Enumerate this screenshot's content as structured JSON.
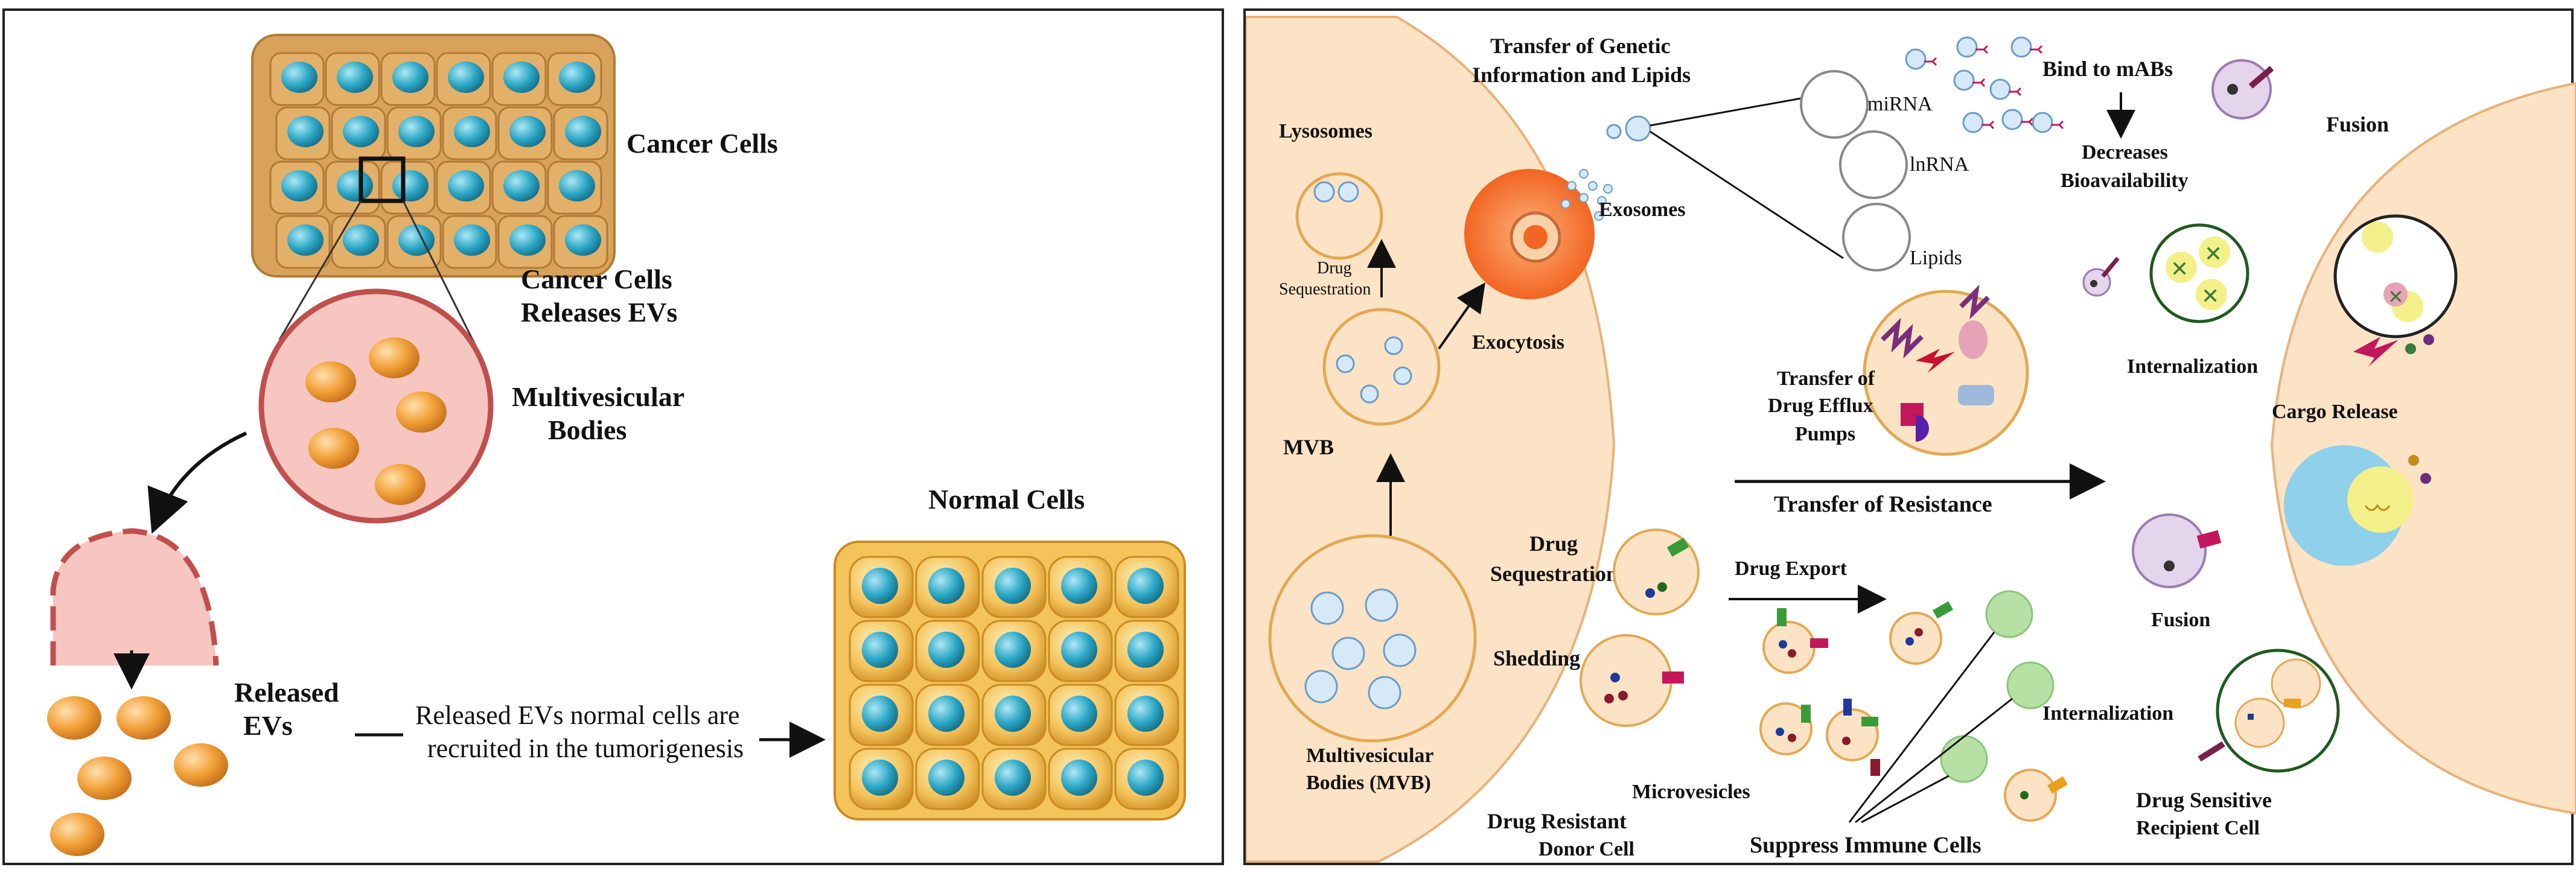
{
  "panel_left": {
    "cancer_cells": "Cancer Cells",
    "releases_l1": "Cancer Cells",
    "releases_l2": "Releases EVs",
    "mvb_l1": "Multivesicular",
    "mvb_l2": "Bodies",
    "released_l1": "Released",
    "released_l2": "EVs",
    "recruit_l1": "Released EVs normal cells are",
    "recruit_l2": "recruited in the tumorigenesis",
    "normal_cells": "Normal Cells"
  },
  "panel_right": {
    "transfer_genetic_l1": "Transfer of Genetic",
    "transfer_genetic_l2": "Information and Lipids",
    "mirna": "miRNA",
    "lnrna": "lnRNA",
    "lipids": "Lipids",
    "bind_mabs": "Bind to mABs",
    "decreases_l1": "Decreases",
    "decreases_l2": "Bioavailability",
    "fusion_top": "Fusion",
    "lysosomes": "Lysosomes",
    "drug_seq_small_l1": "Drug",
    "drug_seq_small_l2": "Sequestration",
    "exosomes": "Exosomes",
    "exocytosis": "Exocytosis",
    "mvb": "MVB",
    "efflux_l1": "Transfer of",
    "efflux_l2": "Drug Efflux",
    "efflux_l3": "Pumps",
    "transfer_resistance": "Transfer of Resistance",
    "internalization_top": "Internalization",
    "cargo_release": "Cargo Release",
    "drug_seq_l1": "Drug",
    "drug_seq_l2": "Sequestration",
    "drug_export": "Drug Export",
    "shedding": "Shedding",
    "fusion_mid": "Fusion",
    "internalization_bottom": "Internalization",
    "mvb_full_l1": "Multivesicular",
    "mvb_full_l2": "Bodies (MVB)",
    "microvesicles": "Microvesicles",
    "donor_l1": "Drug Resistant",
    "donor_l2": "Donor Cell",
    "suppress": "Suppress Immune Cells",
    "recipient_l1": "Drug Sensitive",
    "recipient_l2": "Recipient Cell"
  },
  "colors": {
    "cell_body": "#e8a94a",
    "nucleus": "#2aa6c4",
    "vesicle_orange": "#f0a23a",
    "mvb_pink": "#f7c6c0",
    "mvb_border": "#c0504d",
    "cytoplasm": "#fde3c5",
    "exosome_orange": "#f26522",
    "immune_green": "#b6e0a4",
    "purple_vesicle": "#e4d4ec"
  }
}
